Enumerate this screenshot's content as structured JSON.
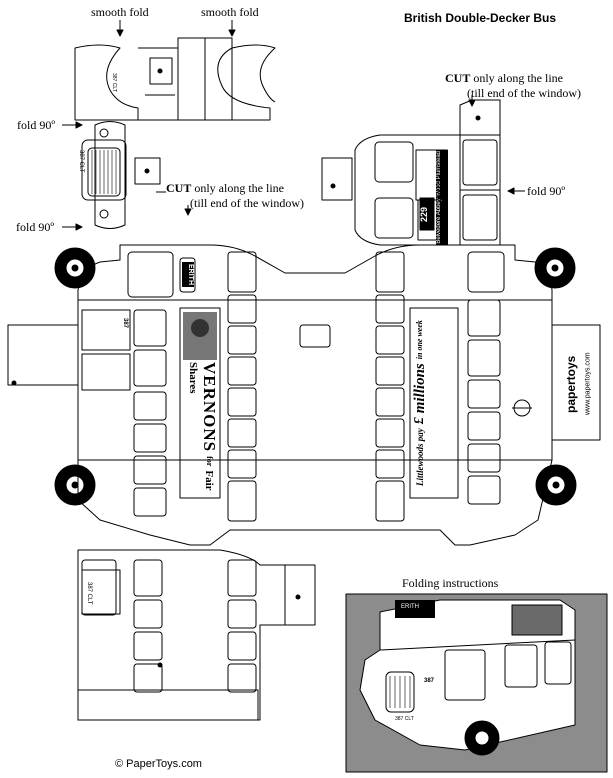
{
  "title": "British Double-Decker Bus",
  "labels": {
    "smooth_fold": "smooth fold",
    "fold_90": "fold 90º",
    "cut_word": "CUT",
    "cut_rest": " only along the line",
    "cut_line2": "(till end of the window)",
    "folding_instructions": "Folding instructions",
    "copyright": "© PaperToys.com"
  },
  "bus": {
    "route_number": "229",
    "destination": "ERITH",
    "plate": "387 CLT",
    "fleet_number": "387",
    "ad_left": {
      "brand": "VERNONS",
      "line1": "for",
      "line2": "Fair Shares"
    },
    "ad_right": {
      "line1": "Littlewoods pay",
      "line2": "£",
      "line3": "millions",
      "line4": "in one week"
    },
    "via_text": "Belvedere Abbey Wood Plumstead",
    "brand_side": "papertoys",
    "brand_url": "www.papertoys.com"
  },
  "colors": {
    "line": "#000000",
    "photo_bg": "#8c8c8c",
    "paper": "#ffffff"
  }
}
